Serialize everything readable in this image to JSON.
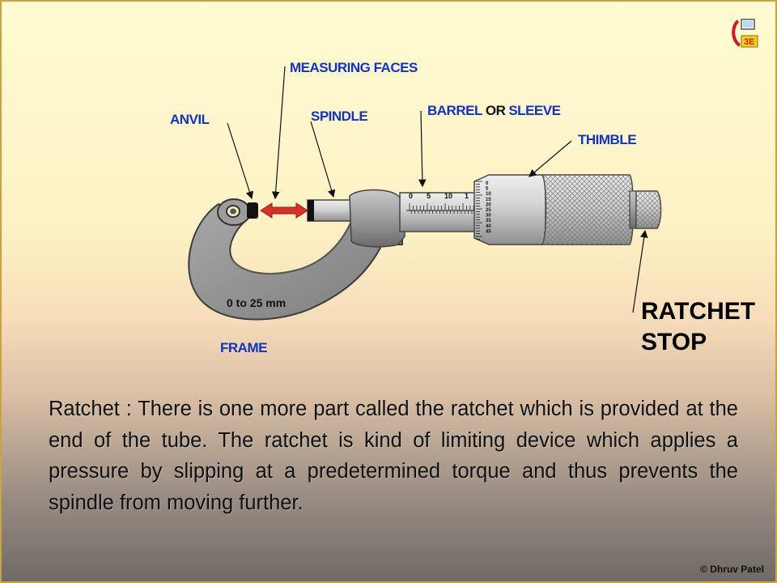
{
  "labels": {
    "anvil": "ANVIL",
    "measuring_faces": "MEASURING FACES",
    "spindle": "SPINDLE",
    "barrel_part1": "BARREL",
    "barrel_or": "OR",
    "barrel_part2": "SLEEVE",
    "thimble": "THIMBLE",
    "frame": "FRAME",
    "range": "0 to 25 mm",
    "ratchet_stop": "RATCHET STOP"
  },
  "scale": {
    "sleeve_ticks": [
      "0",
      "5",
      "10",
      "1"
    ],
    "thimble_ticks": [
      "0",
      "5",
      "10",
      "15",
      "20",
      "25",
      "30",
      "35",
      "40",
      "45"
    ]
  },
  "description": "Ratchet : There is one more part called the ratchet which is provided at the end of the tube. The ratchet is kind of limiting device which applies a pressure by slipping at a predetermined torque and thus prevents the spindle from moving further.",
  "credit": "© Dhruv Patel",
  "colors": {
    "label_blue": "#1233c4",
    "arrow_red": "#d9312b",
    "frame_gray": "#8e8e8e"
  }
}
